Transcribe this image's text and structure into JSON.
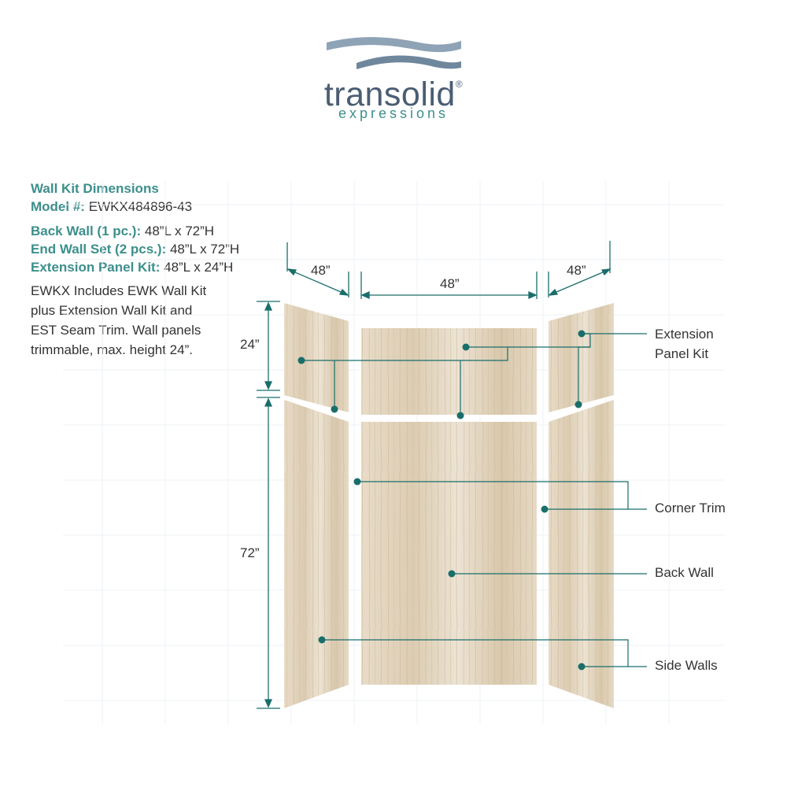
{
  "brand": {
    "name": "transolid",
    "registered_mark": "®",
    "tagline": "expressions"
  },
  "specs": {
    "title": "Wall Kit Dimensions",
    "model_label": "Model #:",
    "model_value": "EWKX484896-43",
    "back_wall_label": "Back Wall (1 pc.):",
    "back_wall_value": "48”L x 72”H",
    "end_wall_label": "End Wall Set (2 pcs.):",
    "end_wall_value": "48”L x 72”H",
    "extension_label": "Extension Panel Kit:",
    "extension_value": "48”L x 24”H",
    "description_lines": [
      "EWKX Includes EWK Wall Kit",
      "plus Extension Wall Kit and",
      "EST Seam Trim. Wall panels",
      "trimmable, max. height 24”."
    ]
  },
  "dimensions": {
    "left_width": "48”",
    "center_width": "48”",
    "right_width": "48”",
    "upper_height": "24”",
    "lower_height": "72”"
  },
  "callouts": {
    "extension_panel_kit": [
      "Extension",
      "Panel Kit"
    ],
    "corner_trim": "Corner Trim",
    "back_wall": "Back Wall",
    "side_walls": "Side Walls"
  },
  "colors": {
    "teal": "#1a6e6a",
    "brand_teal": "#3c8f8b",
    "brand_slate": "#4a5d73",
    "panel": "#e4d7c3",
    "grid": "#eef2f4"
  }
}
